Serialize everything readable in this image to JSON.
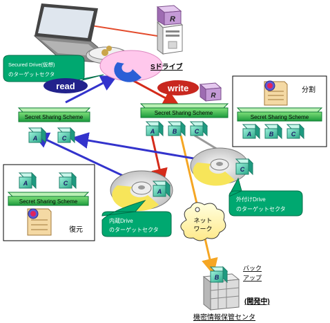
{
  "labels": {
    "secured_drive": "Secured Drive(仮想)",
    "secured_drive_2": "のターゲットセクタ",
    "s_drive": "Sドライブ",
    "read": "read",
    "write": "write",
    "scheme_left": "Secret Sharing Scheme",
    "scheme_mid": "Secret Sharing Scheme",
    "scheme_split": "Secret Sharing Scheme",
    "scheme_restore": "Secret Sharing Scheme",
    "split": "分割",
    "restore": "復元",
    "internal_drive": "内蔵Drive",
    "internal_drive_2": "のターゲットセクタ",
    "external_drive": "外付けDrive",
    "external_drive_2": "のターゲットセクタ",
    "network": "ネット",
    "network_2": "ワーク",
    "backup": "バック",
    "backup_2": "アップ",
    "in_dev": "(開発中)",
    "center": "機密情報保管センタ"
  },
  "pieces": {
    "a": "A",
    "b": "B",
    "c": "C"
  },
  "cube_glyph": "R",
  "colors": {
    "green": "#1fa94a",
    "green_dark": "#0e7a35",
    "teal": "#2fbfa0",
    "navy": "#22228c",
    "blue_arrow": "#3333cc",
    "orange": "#f5a623",
    "red_arrow": "#d42b1a",
    "callout": "#00a870",
    "purple": "#c49ad6"
  }
}
